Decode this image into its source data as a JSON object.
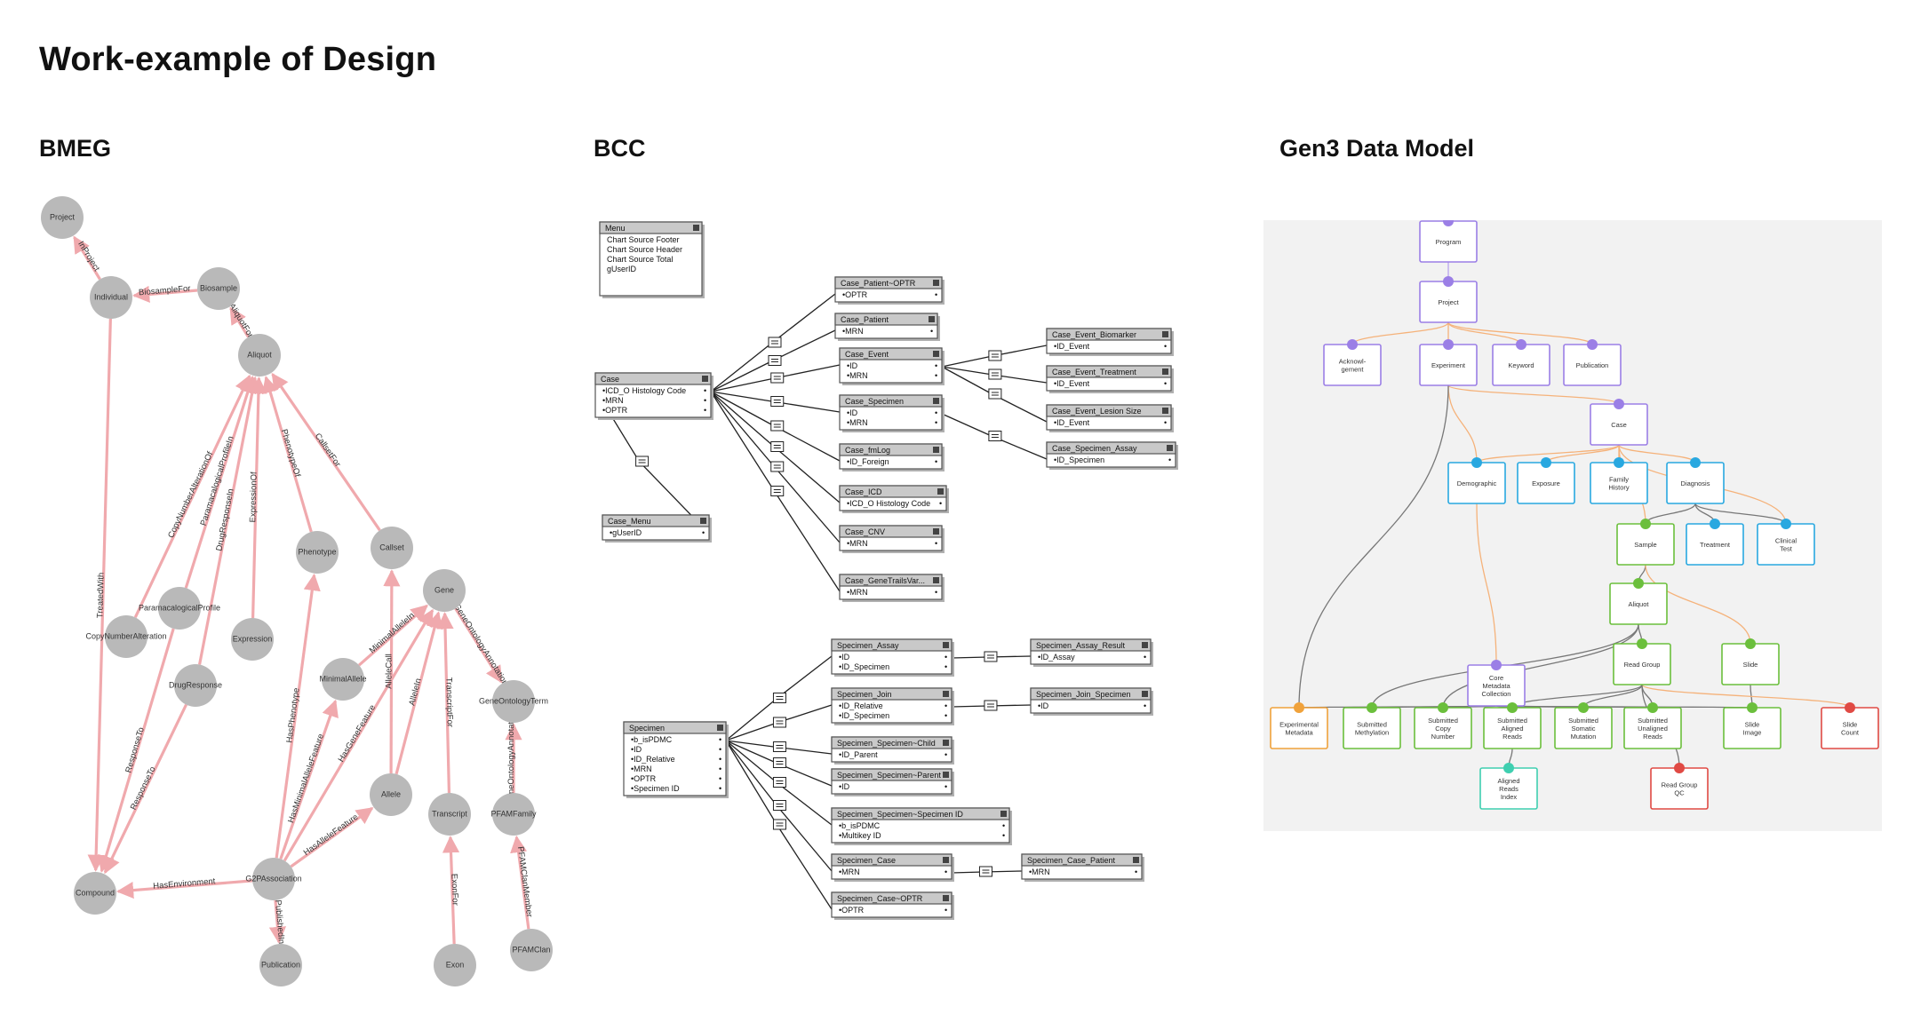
{
  "title": "Work-example of Design",
  "sections": {
    "bmeg": "BMEG",
    "bcc": "BCC",
    "gen3": "Gen3 Data Model"
  },
  "colors": {
    "bmeg_node": "#b9b9b9",
    "bmeg_edge": "#f0a9ad",
    "gen3_bg": "#f2f2f2",
    "gen3_admin": "#9b7fe6",
    "gen3_clinical": "#29a8e0",
    "gen3_biospecimen": "#6bbf3c",
    "gen3_metadata": "#9b7fe6",
    "gen3_experimental": "#f0a23b",
    "gen3_data_file": "#e04a44",
    "gen3_index": "#3fcfb0"
  },
  "bmeg": {
    "nodes": [
      {
        "id": "project",
        "label": "Project"
      },
      {
        "id": "individual",
        "label": "Individual"
      },
      {
        "id": "biosample",
        "label": "Biosample"
      },
      {
        "id": "aliquot",
        "label": "Aliquot"
      },
      {
        "id": "phenotype",
        "label": "Phenotype"
      },
      {
        "id": "callset",
        "label": "Callset"
      },
      {
        "id": "gene",
        "label": "Gene"
      },
      {
        "id": "paramacological",
        "label": "ParamacalogicalProfile"
      },
      {
        "id": "copynumber",
        "label": "CopyNumberAlteration"
      },
      {
        "id": "expression",
        "label": "Expression"
      },
      {
        "id": "drugresponse",
        "label": "DrugResponse"
      },
      {
        "id": "minimalallele",
        "label": "MinimalAllele"
      },
      {
        "id": "geneontology",
        "label": "GeneOntologyTerm"
      },
      {
        "id": "allele",
        "label": "Allele"
      },
      {
        "id": "transcript",
        "label": "Transcript"
      },
      {
        "id": "pfamfamily",
        "label": "PFAMFamily"
      },
      {
        "id": "compound",
        "label": "Compound"
      },
      {
        "id": "g2p",
        "label": "G2PAssociation"
      },
      {
        "id": "publication",
        "label": "Publication"
      },
      {
        "id": "exon",
        "label": "Exon"
      },
      {
        "id": "pfamclan",
        "label": "PFAMClan"
      }
    ],
    "edges": [
      {
        "from": "individual",
        "to": "project",
        "label": "InProject"
      },
      {
        "from": "biosample",
        "to": "individual",
        "label": "BiosampleFor"
      },
      {
        "from": "aliquot",
        "to": "biosample",
        "label": "AliquotFor"
      },
      {
        "from": "phenotype",
        "to": "aliquot",
        "label": "PhenotypeOf"
      },
      {
        "from": "callset",
        "to": "aliquot",
        "label": "CallsetFor"
      },
      {
        "from": "copynumber",
        "to": "aliquot",
        "label": "CopyNumberAlterationOf"
      },
      {
        "from": "paramacological",
        "to": "aliquot",
        "label": "ParamacalogicalProfileIn"
      },
      {
        "from": "drugresponse",
        "to": "aliquot",
        "label": "DrugResponseIn"
      },
      {
        "from": "expression",
        "to": "aliquot",
        "label": "ExpressionOf"
      },
      {
        "from": "individual",
        "to": "compound",
        "label": "TreatedWith"
      },
      {
        "from": "paramacological",
        "to": "compound",
        "label": "ResponseTo"
      },
      {
        "from": "drugresponse",
        "to": "compound",
        "label": "ResponseTo"
      },
      {
        "from": "g2p",
        "to": "compound",
        "label": "HasEnvironment"
      },
      {
        "from": "g2p",
        "to": "phenotype",
        "label": "HasPhenotype"
      },
      {
        "from": "g2p",
        "to": "minimalallele",
        "label": "HasMinimalAlleleFeature"
      },
      {
        "from": "g2p",
        "to": "gene",
        "label": "HasGeneFeature"
      },
      {
        "from": "g2p",
        "to": "allele",
        "label": "HasAlleleFeature"
      },
      {
        "from": "g2p",
        "to": "publication",
        "label": "PublishedIn"
      },
      {
        "from": "minimalallele",
        "to": "gene",
        "label": "MinimalAlleleIn"
      },
      {
        "from": "allele",
        "to": "callset",
        "label": "AlleleCall"
      },
      {
        "from": "allele",
        "to": "gene",
        "label": "AlleleIn"
      },
      {
        "from": "transcript",
        "to": "gene",
        "label": "TranscriptFor"
      },
      {
        "from": "exon",
        "to": "transcript",
        "label": "ExonFor"
      },
      {
        "from": "gene",
        "to": "geneontology",
        "label": "GeneOntologyAnnotation"
      },
      {
        "from": "pfamfamily",
        "to": "geneontology",
        "label": "GeneOntologyAnnotation"
      },
      {
        "from": "pfamclan",
        "to": "pfamfamily",
        "label": "PFAMClanMember"
      }
    ]
  },
  "bcc": {
    "tables": [
      {
        "id": "menu",
        "title": "Menu",
        "fields": [
          "Chart Source Footer",
          "Chart Source Header",
          "Chart Source Total",
          "gUserID"
        ]
      },
      {
        "id": "case",
        "title": "Case",
        "fields": [
          "ICD_O Histology Code",
          "MRN",
          "OPTR"
        ]
      },
      {
        "id": "case_menu",
        "title": "Case_Menu",
        "fields": [
          "gUserID"
        ]
      },
      {
        "id": "case_patient_optr",
        "title": "Case_Patient~OPTR",
        "fields": [
          "OPTR"
        ]
      },
      {
        "id": "case_patient",
        "title": "Case_Patient",
        "fields": [
          "MRN"
        ]
      },
      {
        "id": "case_event",
        "title": "Case_Event",
        "fields": [
          "ID",
          "MRN"
        ]
      },
      {
        "id": "case_specimen",
        "title": "Case_Specimen",
        "fields": [
          "ID",
          "MRN"
        ]
      },
      {
        "id": "case_fmlog",
        "title": "Case_fmLog",
        "fields": [
          "ID_Foreign"
        ]
      },
      {
        "id": "case_icd",
        "title": "Case_ICD",
        "fields": [
          "ICD_O Histology Code"
        ]
      },
      {
        "id": "case_cnv",
        "title": "Case_CNV",
        "fields": [
          "MRN"
        ]
      },
      {
        "id": "case_genetrails",
        "title": "Case_GeneTrailsVar...",
        "fields": [
          "MRN"
        ]
      },
      {
        "id": "case_event_biomarker",
        "title": "Case_Event_Biomarker",
        "fields": [
          "ID_Event"
        ]
      },
      {
        "id": "case_event_treatment",
        "title": "Case_Event_Treatment",
        "fields": [
          "ID_Event"
        ]
      },
      {
        "id": "case_event_lesion",
        "title": "Case_Event_Lesion Size",
        "fields": [
          "ID_Event"
        ]
      },
      {
        "id": "case_specimen_assay",
        "title": "Case_Specimen_Assay",
        "fields": [
          "ID_Specimen"
        ]
      },
      {
        "id": "specimen",
        "title": "Specimen",
        "fields": [
          "b_isPDMC",
          "ID",
          "ID_Relative",
          "MRN",
          "OPTR",
          "Specimen ID"
        ]
      },
      {
        "id": "specimen_assay",
        "title": "Specimen_Assay",
        "fields": [
          "ID",
          "ID_Specimen"
        ]
      },
      {
        "id": "specimen_join",
        "title": "Specimen_Join",
        "fields": [
          "ID_Relative",
          "ID_Specimen"
        ]
      },
      {
        "id": "specimen_child",
        "title": "Specimen_Specimen~Child",
        "fields": [
          "ID_Parent"
        ]
      },
      {
        "id": "specimen_parent",
        "title": "Specimen_Specimen~Parent",
        "fields": [
          "ID"
        ]
      },
      {
        "id": "specimen_specimenid",
        "title": "Specimen_Specimen~Specimen ID",
        "fields": [
          "b_isPDMC",
          "Multikey ID"
        ]
      },
      {
        "id": "specimen_case",
        "title": "Specimen_Case",
        "fields": [
          "MRN"
        ]
      },
      {
        "id": "specimen_case_optr",
        "title": "Specimen_Case~OPTR",
        "fields": [
          "OPTR"
        ]
      },
      {
        "id": "specimen_assay_result",
        "title": "Specimen_Assay_Result",
        "fields": [
          "ID_Assay"
        ]
      },
      {
        "id": "specimen_join_specimen",
        "title": "Specimen_Join_Specimen",
        "fields": [
          "ID"
        ]
      },
      {
        "id": "specimen_case_patient",
        "title": "Specimen_Case_Patient",
        "fields": [
          "MRN"
        ]
      }
    ]
  },
  "gen3": {
    "nodes": [
      {
        "id": "program",
        "label": "Program",
        "cat": "admin"
      },
      {
        "id": "project",
        "label": "Project",
        "cat": "admin"
      },
      {
        "id": "ack",
        "label": "Acknowl-\ngement",
        "cat": "admin"
      },
      {
        "id": "experiment",
        "label": "Experiment",
        "cat": "admin"
      },
      {
        "id": "keyword",
        "label": "Keyword",
        "cat": "admin"
      },
      {
        "id": "publication",
        "label": "Publication",
        "cat": "admin"
      },
      {
        "id": "case",
        "label": "Case",
        "cat": "admin"
      },
      {
        "id": "demographic",
        "label": "Demographic",
        "cat": "clinical"
      },
      {
        "id": "exposure",
        "label": "Exposure",
        "cat": "clinical"
      },
      {
        "id": "family",
        "label": "Family\nHistory",
        "cat": "clinical"
      },
      {
        "id": "diagnosis",
        "label": "Diagnosis",
        "cat": "clinical"
      },
      {
        "id": "sample",
        "label": "Sample",
        "cat": "biospecimen"
      },
      {
        "id": "treatment",
        "label": "Treatment",
        "cat": "clinical"
      },
      {
        "id": "clinicaltest",
        "label": "Clinical\nTest",
        "cat": "clinical"
      },
      {
        "id": "aliquot",
        "label": "Aliquot",
        "cat": "biospecimen"
      },
      {
        "id": "core",
        "label": "Core\nMetadata\nCollection",
        "cat": "metadata"
      },
      {
        "id": "readgroup",
        "label": "Read Group",
        "cat": "biospecimen"
      },
      {
        "id": "slide",
        "label": "Slide",
        "cat": "biospecimen"
      },
      {
        "id": "expmeta",
        "label": "Experimental\nMetadata",
        "cat": "experimental"
      },
      {
        "id": "subme",
        "label": "Submitted\nMethylation",
        "cat": "biospecimen"
      },
      {
        "id": "subcn",
        "label": "Submitted\nCopy\nNumber",
        "cat": "biospecimen"
      },
      {
        "id": "subal",
        "label": "Submitted\nAligned\nReads",
        "cat": "biospecimen"
      },
      {
        "id": "subsm",
        "label": "Submitted\nSomatic\nMutation",
        "cat": "biospecimen"
      },
      {
        "id": "subun",
        "label": "Submitted\nUnaligned\nReads",
        "cat": "biospecimen"
      },
      {
        "id": "slideimage",
        "label": "Slide\nImage",
        "cat": "biospecimen"
      },
      {
        "id": "slidecount",
        "label": "Slide\nCount",
        "cat": "data_file"
      },
      {
        "id": "alignedindex",
        "label": "Aligned\nReads\nIndex",
        "cat": "index"
      },
      {
        "id": "readgroupqc",
        "label": "Read Group\nQC",
        "cat": "data_file"
      }
    ],
    "edges": [
      {
        "from": "project",
        "to": "program",
        "c": "admin"
      },
      {
        "from": "ack",
        "to": "project",
        "c": "orange"
      },
      {
        "from": "experiment",
        "to": "project",
        "c": "orange"
      },
      {
        "from": "keyword",
        "to": "project",
        "c": "orange"
      },
      {
        "from": "publication",
        "to": "project",
        "c": "orange"
      },
      {
        "from": "case",
        "to": "experiment",
        "c": "orange"
      },
      {
        "from": "demographic",
        "to": "case",
        "c": "orange"
      },
      {
        "from": "demographic",
        "to": "experiment",
        "c": "orange"
      },
      {
        "from": "exposure",
        "to": "case",
        "c": "orange"
      },
      {
        "from": "family",
        "to": "case",
        "c": "orange"
      },
      {
        "from": "diagnosis",
        "to": "case",
        "c": "orange"
      },
      {
        "from": "sample",
        "to": "case",
        "c": "orange"
      },
      {
        "from": "sample",
        "to": "diagnosis",
        "c": "gray"
      },
      {
        "from": "treatment",
        "to": "diagnosis",
        "c": "gray"
      },
      {
        "from": "clinicaltest",
        "to": "diagnosis",
        "c": "gray"
      },
      {
        "from": "clinicaltest",
        "to": "case",
        "c": "orange"
      },
      {
        "from": "aliquot",
        "to": "sample",
        "c": "gray"
      },
      {
        "from": "core",
        "to": "demographic",
        "c": "orange"
      },
      {
        "from": "readgroup",
        "to": "aliquot",
        "c": "gray"
      },
      {
        "from": "slide",
        "to": "sample",
        "c": "orange"
      },
      {
        "from": "expmeta",
        "to": "experiment",
        "c": "gray"
      },
      {
        "from": "subme",
        "to": "aliquot",
        "c": "gray"
      },
      {
        "from": "subcn",
        "to": "aliquot",
        "c": "gray"
      },
      {
        "from": "subal",
        "to": "readgroup",
        "c": "gray"
      },
      {
        "from": "subsm",
        "to": "readgroup",
        "c": "gray"
      },
      {
        "from": "subun",
        "to": "readgroup",
        "c": "gray"
      },
      {
        "from": "slideimage",
        "to": "slide",
        "c": "gray"
      },
      {
        "from": "slidecount",
        "to": "readgroup",
        "c": "orange"
      },
      {
        "from": "alignedindex",
        "to": "subal",
        "c": "gray"
      },
      {
        "from": "readgroupqc",
        "to": "readgroup",
        "c": "gray"
      },
      {
        "from": "expmeta",
        "to": "core",
        "c": "gray"
      },
      {
        "from": "subme",
        "to": "core",
        "c": "gray"
      },
      {
        "from": "subcn",
        "to": "core",
        "c": "gray"
      },
      {
        "from": "subal",
        "to": "core",
        "c": "gray"
      },
      {
        "from": "subsm",
        "to": "core",
        "c": "gray"
      },
      {
        "from": "subun",
        "to": "core",
        "c": "gray"
      },
      {
        "from": "slideimage",
        "to": "core",
        "c": "gray"
      }
    ]
  }
}
